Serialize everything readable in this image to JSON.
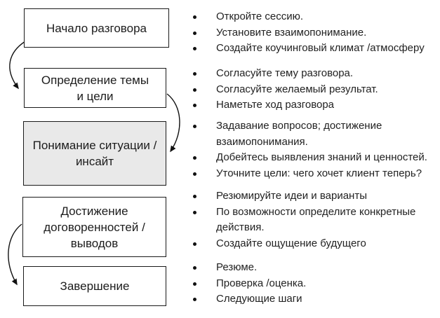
{
  "colors": {
    "background": "#ffffff",
    "box_border": "#1a1a1a",
    "box_fill": "#ffffff",
    "highlight_box_fill": "#e9e9e9",
    "text": "#1c1c1c",
    "arrow": "#111111",
    "bullet": "#111111"
  },
  "flow": {
    "steps": [
      {
        "label": "Начало разговора",
        "highlighted": false,
        "notes": [
          "Откройте сессию.",
          "Установите взаимопонимание.",
          "Создайте коучинговый климат /атмосферу"
        ]
      },
      {
        "label": "Определение темы\nи цели",
        "highlighted": false,
        "notes": [
          "Согласуйте тему разговора.",
          "Согласуйте желаемый результат.",
          "Наметьте ход разговора"
        ]
      },
      {
        "label": "Понимание ситуации /\nинсайт",
        "highlighted": true,
        "notes": [
          "Задавание вопросов; достижение взаимопонимания.",
          "Добейтесь выявления знаний и ценностей.",
          "Уточните цели: чего хочет клиент теперь?"
        ]
      },
      {
        "label": "Достижение\nдоговоренностей /\nвыводов",
        "highlighted": false,
        "notes": [
          "Резюмируйте идеи и варианты",
          "По возможности определите конкретные действия.",
          "Создайте ощущение будущего"
        ]
      },
      {
        "label": "Завершение",
        "highlighted": false,
        "notes": [
          "Резюме.",
          "Проверка /оценка.",
          "Следующие шаги"
        ]
      }
    ]
  }
}
